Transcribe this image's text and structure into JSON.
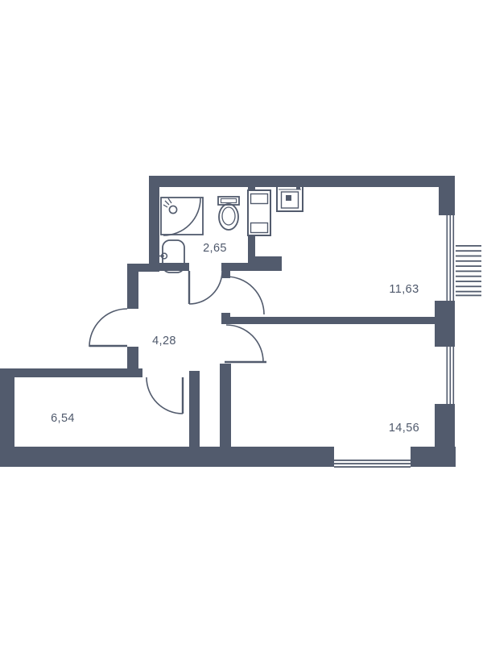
{
  "plan": {
    "title": "apartment-floor-plan",
    "background_color": "#ffffff",
    "wall_color": "#525b6d",
    "label_color": "#4e586b",
    "area_unit_format": "decimal-comma"
  },
  "rooms": [
    {
      "name": "bathroom",
      "area_label": "2,65"
    },
    {
      "name": "kitchen-living-room",
      "area_label": "11,63"
    },
    {
      "name": "hallway",
      "area_label": "4,28"
    },
    {
      "name": "room-small",
      "area_label": "6,54"
    },
    {
      "name": "room-large",
      "area_label": "14,56"
    }
  ],
  "icons": [
    "shower-icon",
    "bathroom-sink-icon",
    "toilet-icon",
    "fridge-icon",
    "kitchen-sink-icon",
    "window-icon",
    "balcony-hatch-icon",
    "door-swing-icon"
  ]
}
